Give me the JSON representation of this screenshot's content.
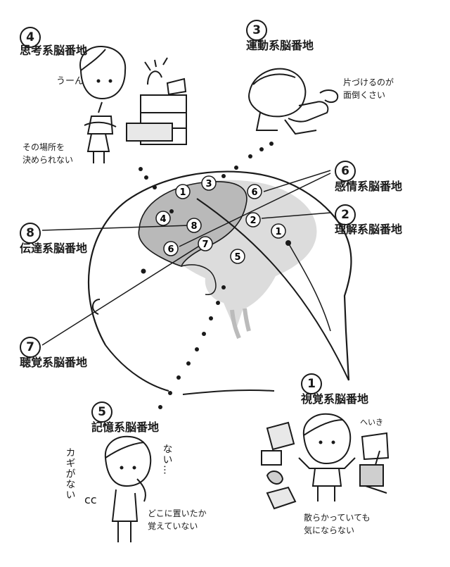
{
  "areas": {
    "a1": {
      "num": "1",
      "title": "視覚系脳番地",
      "note_lines": [
        "散らかっていても",
        "気にならない"
      ],
      "bubble": "へいき"
    },
    "a2": {
      "num": "2",
      "title": "理解系脳番地"
    },
    "a3": {
      "num": "3",
      "title": "運動系脳番地",
      "note_lines": [
        "片づけるのが",
        "面倒くさい"
      ]
    },
    "a4": {
      "num": "4",
      "title": "思考系脳番地",
      "note_lines": [
        "その場所を",
        "決められない"
      ],
      "bubble": "うーん"
    },
    "a5": {
      "num": "5",
      "title": "記憶系脳番地",
      "note_lines": [
        "どこに置いたか",
        "覚えていない"
      ],
      "bubble_left": "カギがない",
      "bubble_right": "ない…",
      "bubble_small": "cc"
    },
    "a6": {
      "num": "6",
      "title": "感情系脳番地"
    },
    "a7": {
      "num": "7",
      "title": "聴覚系脳番地"
    },
    "a8": {
      "num": "8",
      "title": "伝達系脳番地"
    }
  }
}
